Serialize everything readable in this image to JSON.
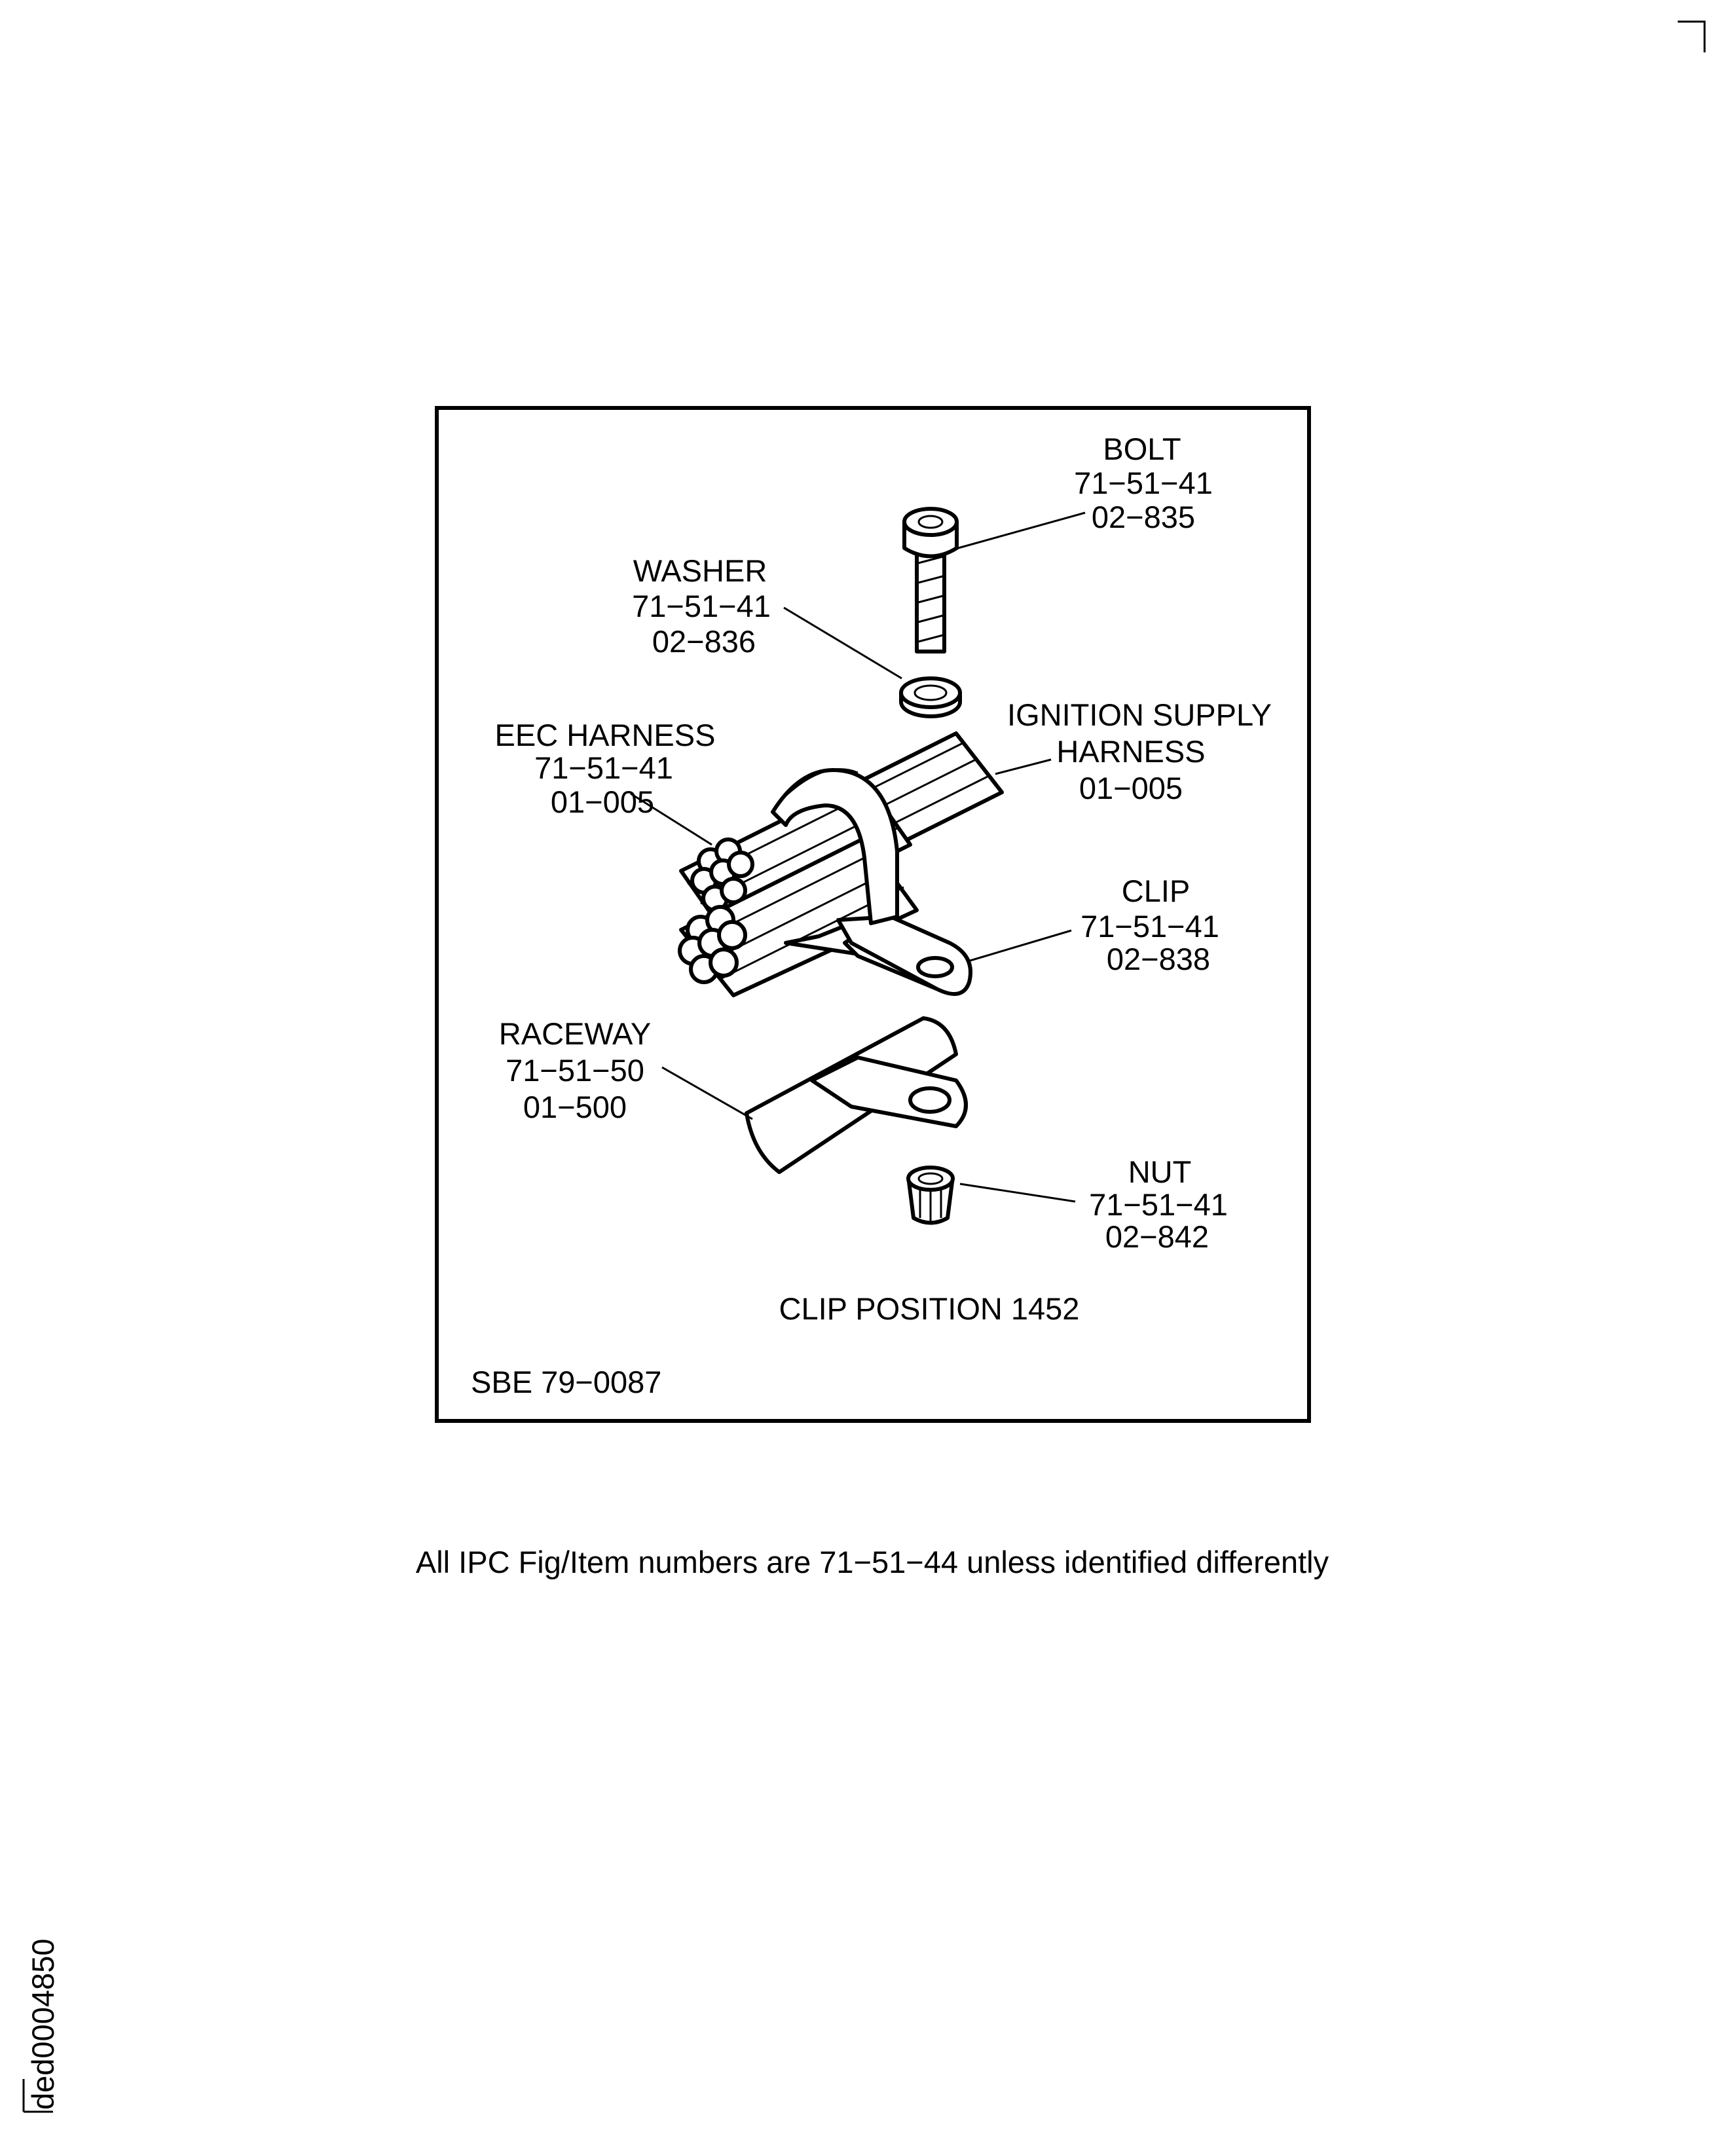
{
  "figure": {
    "labels": {
      "bolt": {
        "name": "BOLT",
        "fig": "71−51−41",
        "item": "02−835"
      },
      "washer": {
        "name": "WASHER",
        "fig": "71−51−41",
        "item": "02−836"
      },
      "eec_harness": {
        "name": "EEC HARNESS",
        "fig": "71−51−41",
        "item": "01−005"
      },
      "ignition_harness": {
        "name1": "IGNITION SUPPLY",
        "name2": "HARNESS",
        "item": "01−005"
      },
      "clip": {
        "name": "CLIP",
        "fig": "71−51−41",
        "item": "02−838"
      },
      "raceway": {
        "name": "RACEWAY",
        "fig": "71−51−50",
        "item": "01−500"
      },
      "nut": {
        "name": "NUT",
        "fig": "71−51−41",
        "item": "02−842"
      }
    },
    "caption": "CLIP POSITION 1452",
    "reference": "SBE 79−0087"
  },
  "footer_note": "All IPC Fig/Item numbers are 71−51−44 unless identified differently",
  "drawing_id": "ded0004850"
}
